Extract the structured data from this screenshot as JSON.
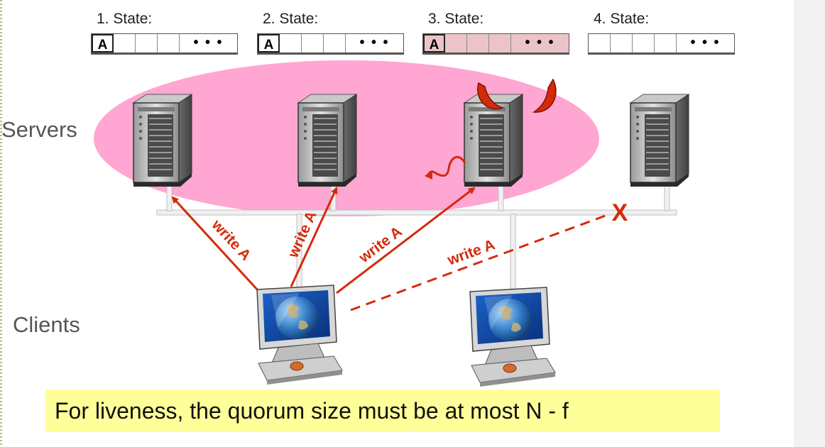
{
  "states": [
    {
      "label": "1. State:",
      "first": "A",
      "dots": "• • •"
    },
    {
      "label": "2. State:",
      "first": "A",
      "dots": "• • •"
    },
    {
      "label": "3. State:",
      "first": "A",
      "dots": "• • •"
    },
    {
      "label": "4. State:",
      "first": "",
      "dots": "• • •"
    }
  ],
  "labels": {
    "servers": "Servers",
    "clients": "Clients"
  },
  "arrows": [
    "write A",
    "write A",
    "write A",
    "write A"
  ],
  "failed_marker": "X",
  "banner": "For liveness, the quorum size must be at most N - f",
  "colors": {
    "arrow": "#d42a0a",
    "quorum": "#ffa6d2",
    "byzantine_state": "#ecc4c8",
    "banner": "#ffff99"
  },
  "icons": [
    "server-icon",
    "devil-horns-icon",
    "devil-tail-icon",
    "client-computer-icon"
  ]
}
